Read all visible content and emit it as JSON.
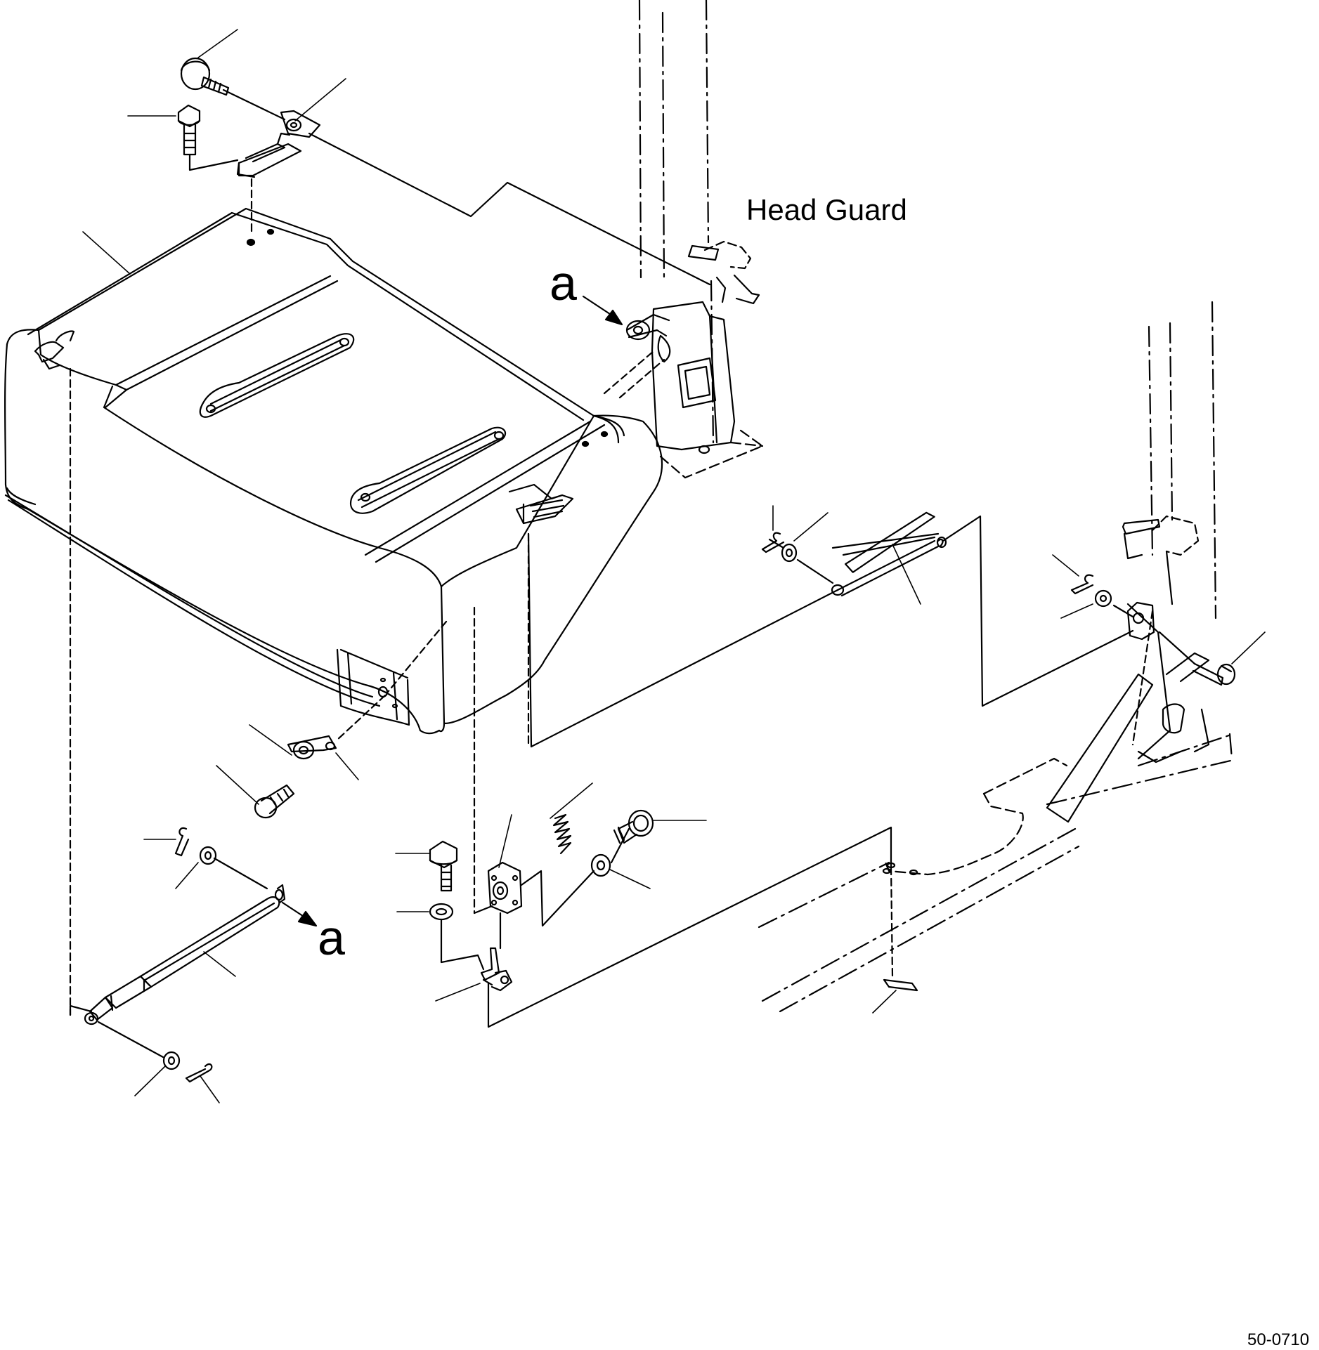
{
  "diagram": {
    "labels": {
      "head_guard": "Head Guard",
      "detail_a_upper": "a",
      "detail_a_lower": "a",
      "figure_code": "50-0710"
    }
  }
}
